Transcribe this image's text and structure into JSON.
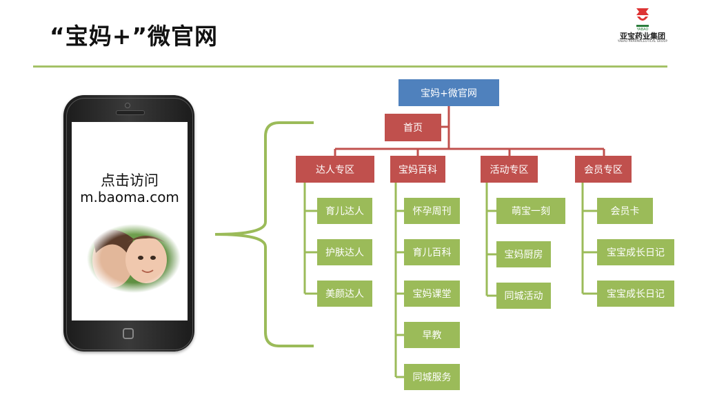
{
  "slide": {
    "title": "“宝妈+”微官网",
    "logo_name": "亚宝药业集团",
    "logo_sub": "YABAO PHARMACEUTICAL GROUP",
    "logo_mark": "YABAO"
  },
  "phone": {
    "line1": "点击访问",
    "line2": "m.baoma.com"
  },
  "colors": {
    "root": "#4f81bd",
    "category": "#c0504d",
    "item": "#9bbb59",
    "accent_line": "#a4c166"
  },
  "tree": {
    "root": "宝妈+微官网",
    "home": "首页",
    "categories": [
      {
        "label": "达人专区",
        "items": [
          "育儿达人",
          "护肤达人",
          "美颜达人"
        ]
      },
      {
        "label": "宝妈百科",
        "items": [
          "怀孕周刊",
          "育儿百科",
          "宝妈课堂",
          "早教",
          "同城服务"
        ]
      },
      {
        "label": "活动专区",
        "items": [
          "萌宝一刻",
          "宝妈厨房",
          "同城活动"
        ]
      },
      {
        "label": "会员专区",
        "items": [
          "会员卡",
          "宝宝成长日记",
          "宝宝成长日记"
        ]
      }
    ]
  }
}
